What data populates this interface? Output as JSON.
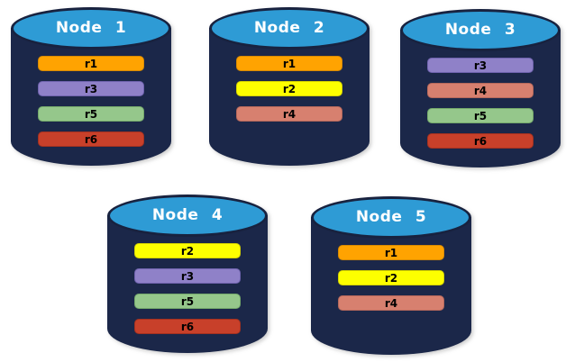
{
  "diagram": {
    "description_type": "database-replica-distribution",
    "background": "#FFFFFF",
    "nodes": [
      {
        "id": "node-1",
        "label": "Node 1",
        "replicas": [
          "r1",
          "r3",
          "r5",
          "r6"
        ]
      },
      {
        "id": "node-2",
        "label": "Node 2",
        "replicas": [
          "r1",
          "r2",
          "r4"
        ]
      },
      {
        "id": "node-3",
        "label": "Node 3",
        "replicas": [
          "r3",
          "r4",
          "r5",
          "r6"
        ]
      },
      {
        "id": "node-4",
        "label": "Node 4",
        "replicas": [
          "r2",
          "r3",
          "r5",
          "r6"
        ]
      },
      {
        "id": "node-5",
        "label": "Node 5",
        "replicas": [
          "r1",
          "r2",
          "r4"
        ]
      }
    ],
    "replica_colors": {
      "r1": {
        "fill": "#FFA301",
        "border": "#D88A00"
      },
      "r2": {
        "fill": "#FDFF00",
        "border": "#D4D200"
      },
      "r3": {
        "fill": "#8F81C8",
        "border": "#6F63AE"
      },
      "r4": {
        "fill": "#D7806F",
        "border": "#B5685B"
      },
      "r5": {
        "fill": "#95C78B",
        "border": "#74A96B"
      },
      "r6": {
        "fill": "#C8402A",
        "border": "#A33120"
      }
    },
    "cylinder_colors": {
      "body": "#1B2749",
      "top_fill": "#2E9BD5",
      "outline": "#18223F",
      "title_text": "#FFFFFF",
      "replica_text": "#000000"
    }
  }
}
